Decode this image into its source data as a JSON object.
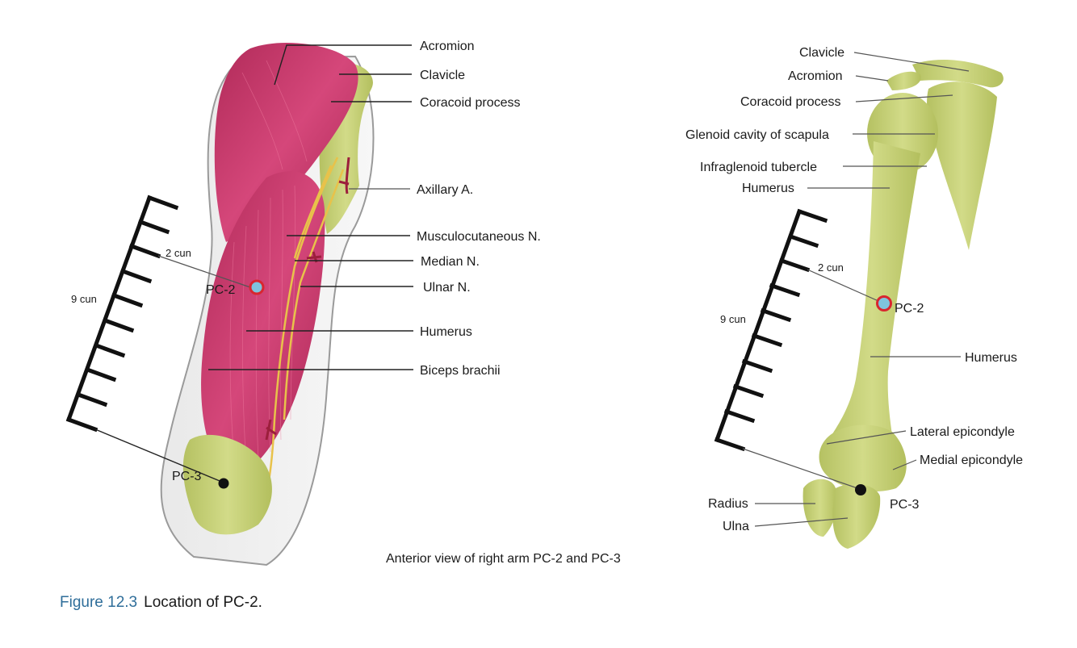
{
  "left_figure": {
    "labels": {
      "acromion": "Acromion",
      "clavicle": "Clavicle",
      "coracoid": "Coracoid process",
      "axillary": "Axillary A.",
      "musculocutaneous": "Musculocutaneous N.",
      "median": "Median N.",
      "ulnar": "Ulnar N.",
      "humerus": "Humerus",
      "biceps": "Biceps brachii"
    },
    "scale": {
      "total": "9 cun",
      "partial": "2 cun"
    },
    "points": {
      "pc2": "PC-2",
      "pc3": "PC-3"
    }
  },
  "right_figure": {
    "labels": {
      "clavicle": "Clavicle",
      "acromion": "Acromion",
      "coracoid": "Coracoid process",
      "glenoid": "Glenoid cavity of scapula",
      "infraglenoid": "Infraglenoid tubercle",
      "humerus_top": "Humerus",
      "humerus_side": "Humerus",
      "lateral_epicondyle": "Lateral epicondyle",
      "medial_epicondyle": "Medial epicondyle",
      "radius": "Radius",
      "ulna": "Ulna"
    },
    "scale": {
      "total": "9 cun",
      "partial": "2 cun"
    },
    "points": {
      "pc2": "PC-2",
      "pc3": "PC-3"
    }
  },
  "subtitle": "Anterior view of right arm PC-2 and PC-3",
  "figure": {
    "number": "Figure 12.3",
    "title": "Location of PC-2."
  },
  "colors": {
    "muscle": "#c9376a",
    "bone": "#c8d27a",
    "bone_dark": "#a7b24e",
    "skin": "#d9d9d9",
    "point_ring": "#d8262f",
    "point_fill": "#7fc3dd",
    "caption_blue": "#2f6e9a"
  }
}
